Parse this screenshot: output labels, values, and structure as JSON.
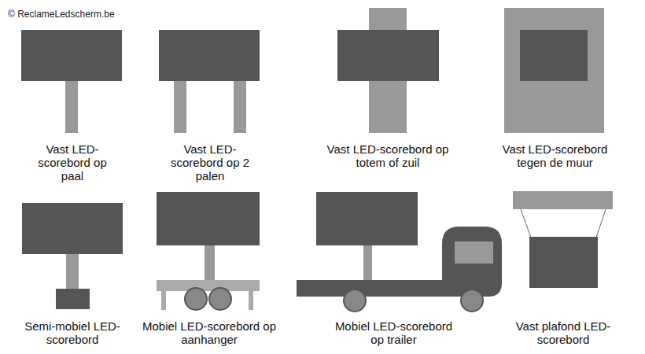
{
  "diagram": {
    "labels": [
      "© ReclameLedscherm.be",
      "Vast LED-scorebord op paal",
      "Vast LED-scorebord op 2 palen",
      "Vast LED-scorebord op totem of zuil",
      "Vast LED-scorebord tegen de muur",
      "Semi-mobiel LED-scorebord",
      "Mobiel LED-scorebord op aanhanger",
      "Mobiel LED-scorebord op trailer",
      "Vast plafond LED-scorebord"
    ]
  }
}
